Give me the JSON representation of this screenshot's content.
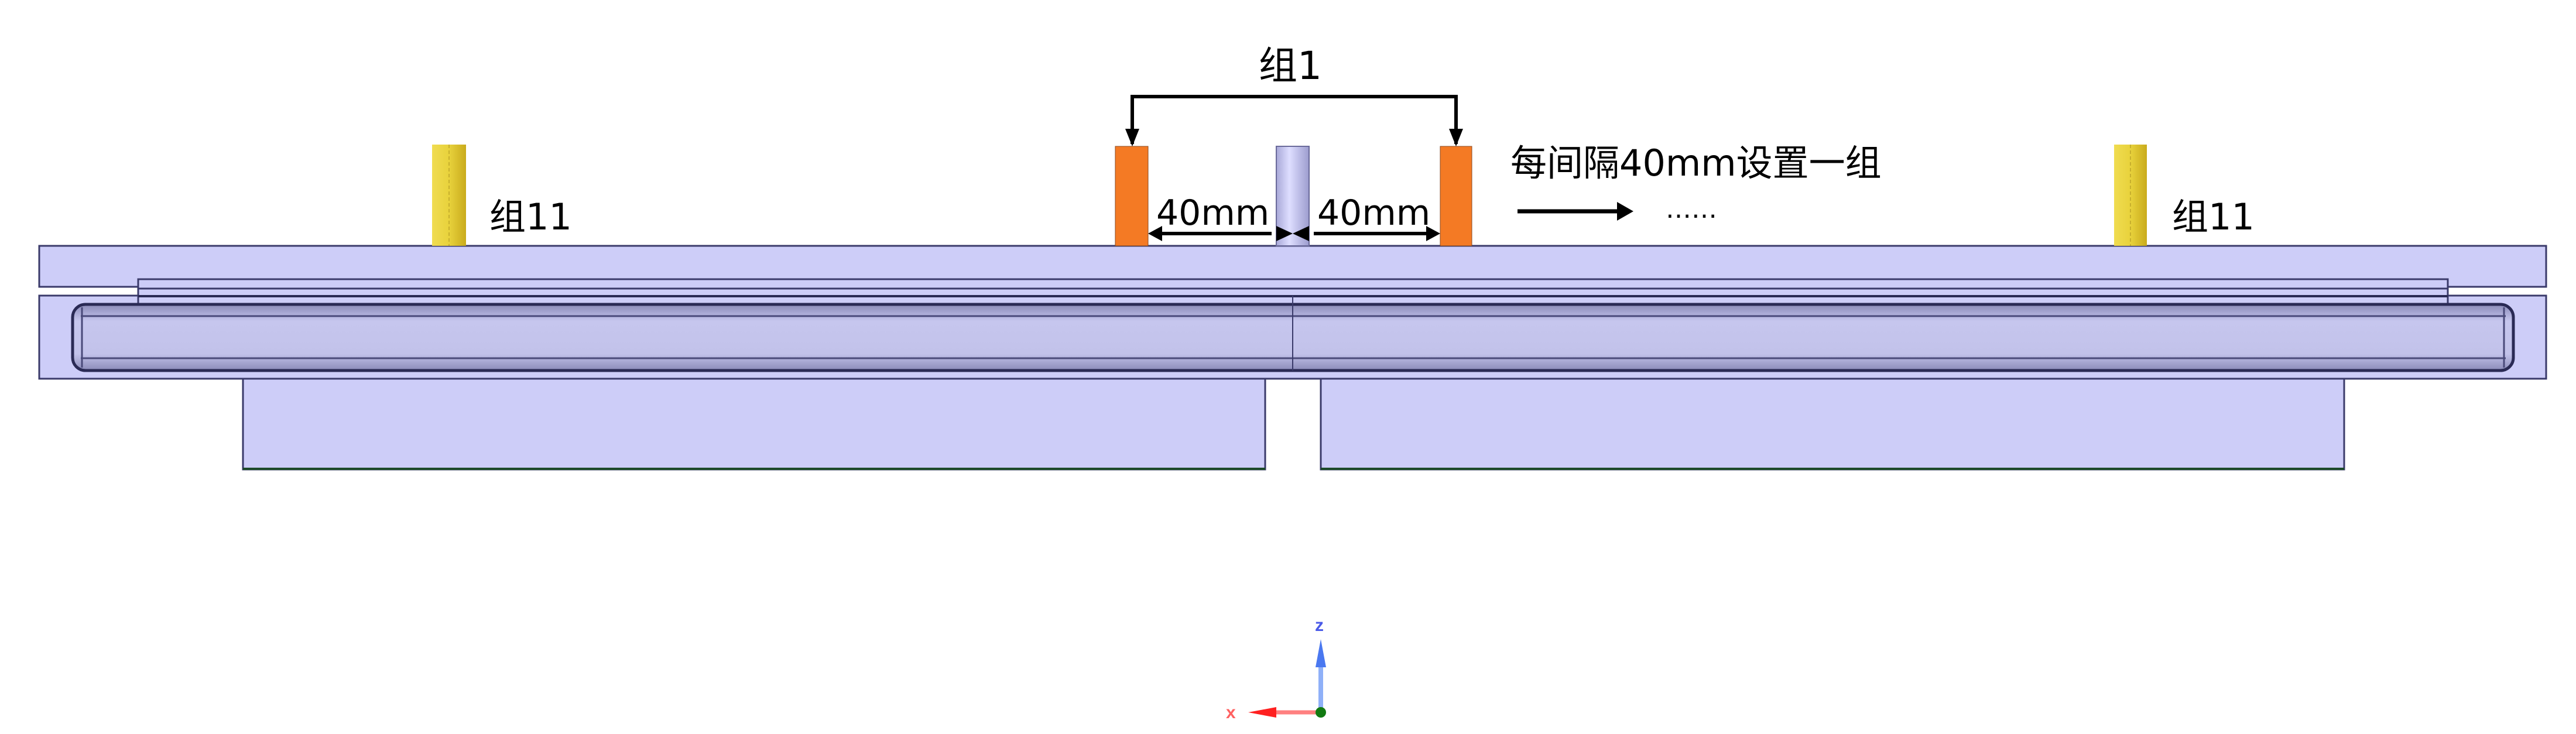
{
  "labels": {
    "group1": "组1",
    "group11_left": "组11",
    "group11_right": "组11",
    "spacing_note": "每间隔40mm设置一组",
    "dim_left": "40mm",
    "dim_right": "40mm",
    "ellipsis": "……"
  },
  "axes": {
    "x_label": "x",
    "z_label": "z"
  },
  "colors": {
    "plate_fill": "#cdcdf8",
    "plate_edge": "#3a3a6a",
    "tube_fill": "#c3c3ea",
    "orange_post": "#f47a24",
    "yellow_post": "#e8d23c",
    "center_post": "#d0d0f6",
    "axis_x": "#ff2020",
    "axis_z": "#4a78f0",
    "origin": "#127a12"
  }
}
